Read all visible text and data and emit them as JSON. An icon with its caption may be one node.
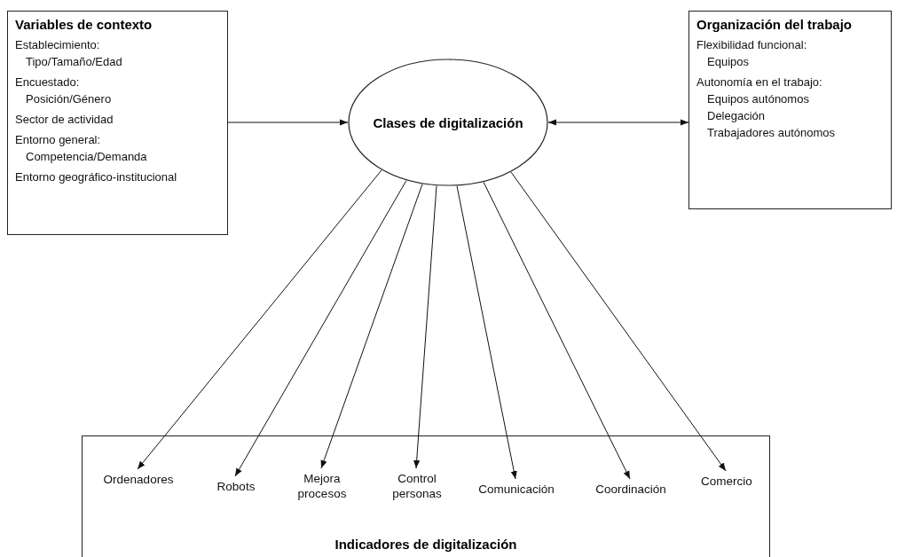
{
  "diagram": {
    "nodes": [
      {
        "text": [
          "Variables de contexto",
          "Establecimiento:",
          "Tipo/Tamaño/Edad",
          "Encuestado:",
          "Posición/Género",
          "Sector de actividad",
          "Entorno general:",
          "Competencia/Demanda",
          "Entorno geográfico-institucional"
        ]
      },
      {
        "text": [
          "Clases de digitalización"
        ]
      },
      {
        "text": [
          "Organización del trabajo",
          "Flexibilidad funcional:",
          "Equipos",
          "Autonomía en el trabajo:",
          "Equipos autónomos",
          "Delegación",
          "Trabajadores autónomos"
        ]
      },
      {
        "text": [
          "Indicadores de digitalización"
        ]
      },
      {
        "text": [
          "Ordenadores"
        ],
        "in": 3
      },
      {
        "text": [
          "Robots"
        ],
        "in": 3
      },
      {
        "text": [
          "Mejora procesos"
        ],
        "in": 3
      },
      {
        "text": [
          "Control personas"
        ],
        "in": 3
      },
      {
        "text": [
          "Comunicación"
        ],
        "in": 3
      },
      {
        "text": [
          "Coordinación"
        ],
        "in": 3
      },
      {
        "text": [
          "Comercio"
        ],
        "in": 3
      }
    ],
    "edges": [
      {
        "from": 0,
        "to": 1,
        "arrow": "to"
      },
      {
        "from": 1,
        "to": 2,
        "arrow": "both"
      },
      {
        "from": 1,
        "to": 4,
        "arrow": "to"
      },
      {
        "from": 1,
        "to": 5,
        "arrow": "to"
      },
      {
        "from": 1,
        "to": 6,
        "arrow": "to"
      },
      {
        "from": 1,
        "to": 7,
        "arrow": "to"
      },
      {
        "from": 1,
        "to": 8,
        "arrow": "to"
      },
      {
        "from": 1,
        "to": 9,
        "arrow": "to"
      },
      {
        "from": 1,
        "to": 10,
        "arrow": "to"
      }
    ]
  }
}
